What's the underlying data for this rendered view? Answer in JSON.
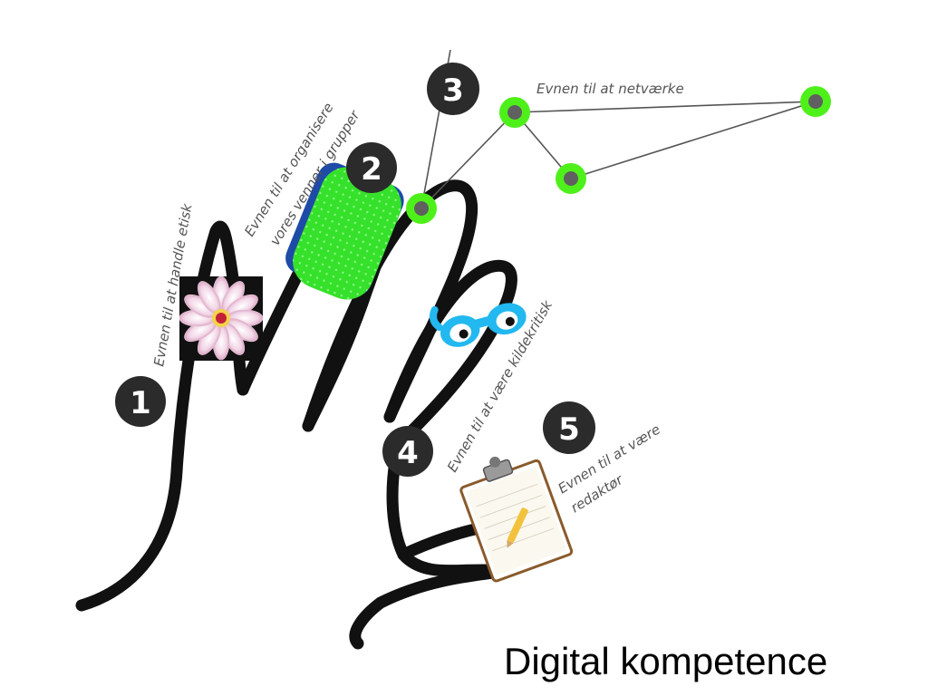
{
  "title": "Digital kompetence",
  "colors": {
    "stroke": "#111111",
    "badge": "#2b2b2b",
    "node_ring": "#4ef01a",
    "node_core": "#606060",
    "network_line": "#555555",
    "label_text": "#555555",
    "glove": "#35e12a",
    "glasses": "#22b8f0"
  },
  "items": [
    {
      "number": "1",
      "label": "Evnen til at handle etisk",
      "icon": "flower-icon"
    },
    {
      "number": "2",
      "label_line1": "Evnen til at organisere",
      "label_line2": "vores venner i grupper",
      "icon": "green-glove-icon"
    },
    {
      "number": "3",
      "label": "Evnen til at netværke",
      "icon": "network-nodes-icon"
    },
    {
      "number": "4",
      "label": "Evnen til at være kildekritisk",
      "icon": "glasses-icon"
    },
    {
      "number": "5",
      "label_line1": "Evnen til at være",
      "label_line2": "redaktør",
      "icon": "clipboard-icon"
    }
  ]
}
